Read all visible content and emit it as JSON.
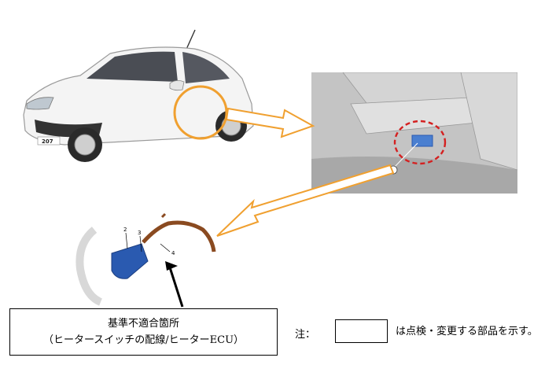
{
  "car": {
    "badge": "207"
  },
  "callouts": {
    "num_2": "2",
    "num_3": "3",
    "num_4": "4"
  },
  "caption": {
    "line1": "基準不適合箇所",
    "line2": "（ヒータースイッチの配線/ヒーターECU）"
  },
  "note": {
    "label": "注：",
    "text": "は点検・変更する部品を示す。"
  },
  "colors": {
    "circle": "#f0a030",
    "arrow": "#f0a030",
    "dashed_circle": "#d42020",
    "connector": "#2a5ab0",
    "wire": "#8a4a20"
  }
}
